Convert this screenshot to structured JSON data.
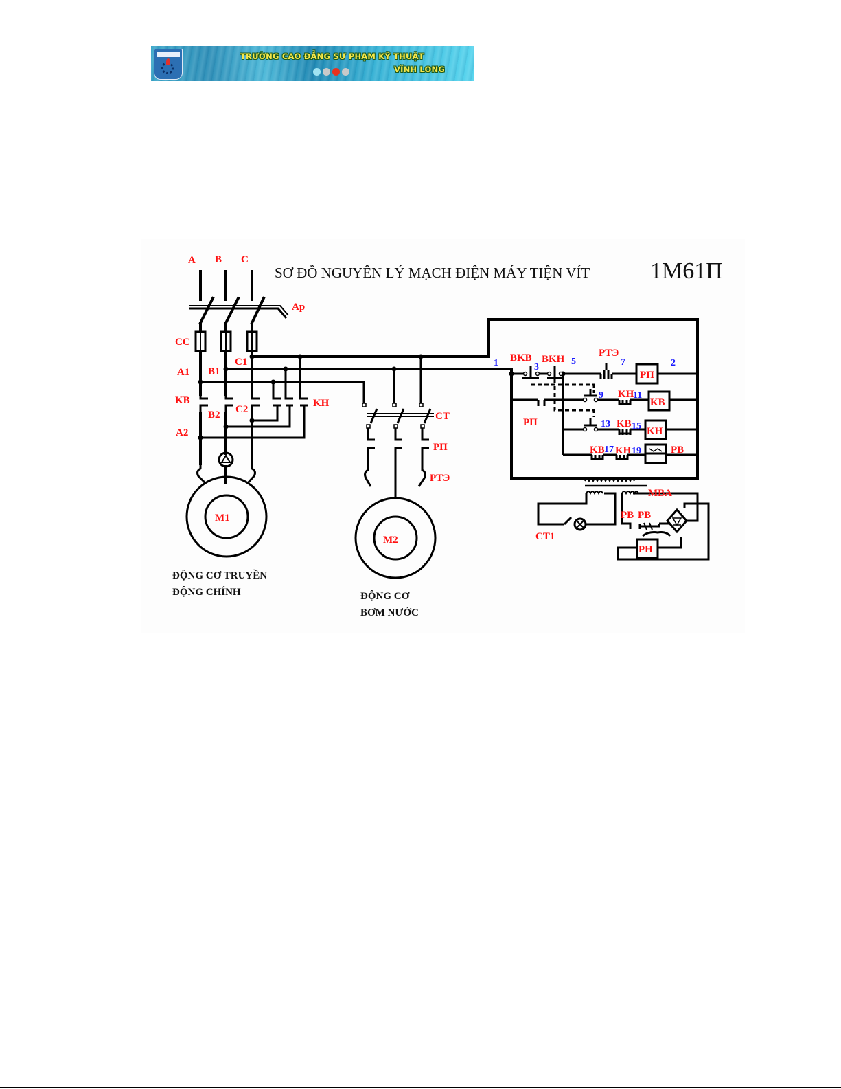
{
  "banner": {
    "line1": "TRƯỜNG CAO ĐẲNG SƯ PHẠM KỸ THUẬT",
    "line2": "VĨNH LONG",
    "dot_colors": [
      "#9fe3f2",
      "#c9c9c9",
      "#e8321e",
      "#c9c9c9"
    ]
  },
  "diagram": {
    "title": "SƠ ĐỒ NGUYÊN LÝ MẠCH ĐIỆN MÁY TIỆN VÍT",
    "model": "1M61П",
    "colors": {
      "label_red": "#ff1010",
      "node_blue": "#1a1aff",
      "wire": "#000000"
    },
    "phases": [
      "A",
      "B",
      "C"
    ],
    "power_labels": {
      "breaker": "Ap",
      "fuse": "CC",
      "a1": "A1",
      "b1": "B1",
      "c1": "C1",
      "a2": "A2",
      "b2": "B2",
      "c2": "C2",
      "kb": "KB",
      "kh": "KH",
      "ct": "CT",
      "rp": "PП",
      "rte": "PTЭ"
    },
    "motors": [
      {
        "id": "M1",
        "caption_line1": "ĐỘNG CƠ TRUYỀN",
        "caption_line2": "ĐỘNG CHÍNH"
      },
      {
        "id": "M2",
        "caption_line1": "ĐỘNG CƠ",
        "caption_line2": "BƠM NƯỚC"
      }
    ],
    "control_labels": {
      "bkb": "BKB",
      "bkh": "BKH",
      "rte": "PTЭ",
      "rp_coil": "PП",
      "rp_contact": "PП",
      "kh1": "KH",
      "kb_coil": "KB",
      "kb1": "KB",
      "kh_coil": "KH",
      "kb2": "KB",
      "kh2": "KH",
      "pb_coil": "PB",
      "mba": "MBA",
      "ct1": "CT1",
      "pb1": "PB",
      "pb2": "PB",
      "ph": "PH"
    },
    "node_numbers": [
      "1",
      "3",
      "5",
      "7",
      "2",
      "9",
      "11",
      "13",
      "15",
      "17",
      "19"
    ]
  }
}
